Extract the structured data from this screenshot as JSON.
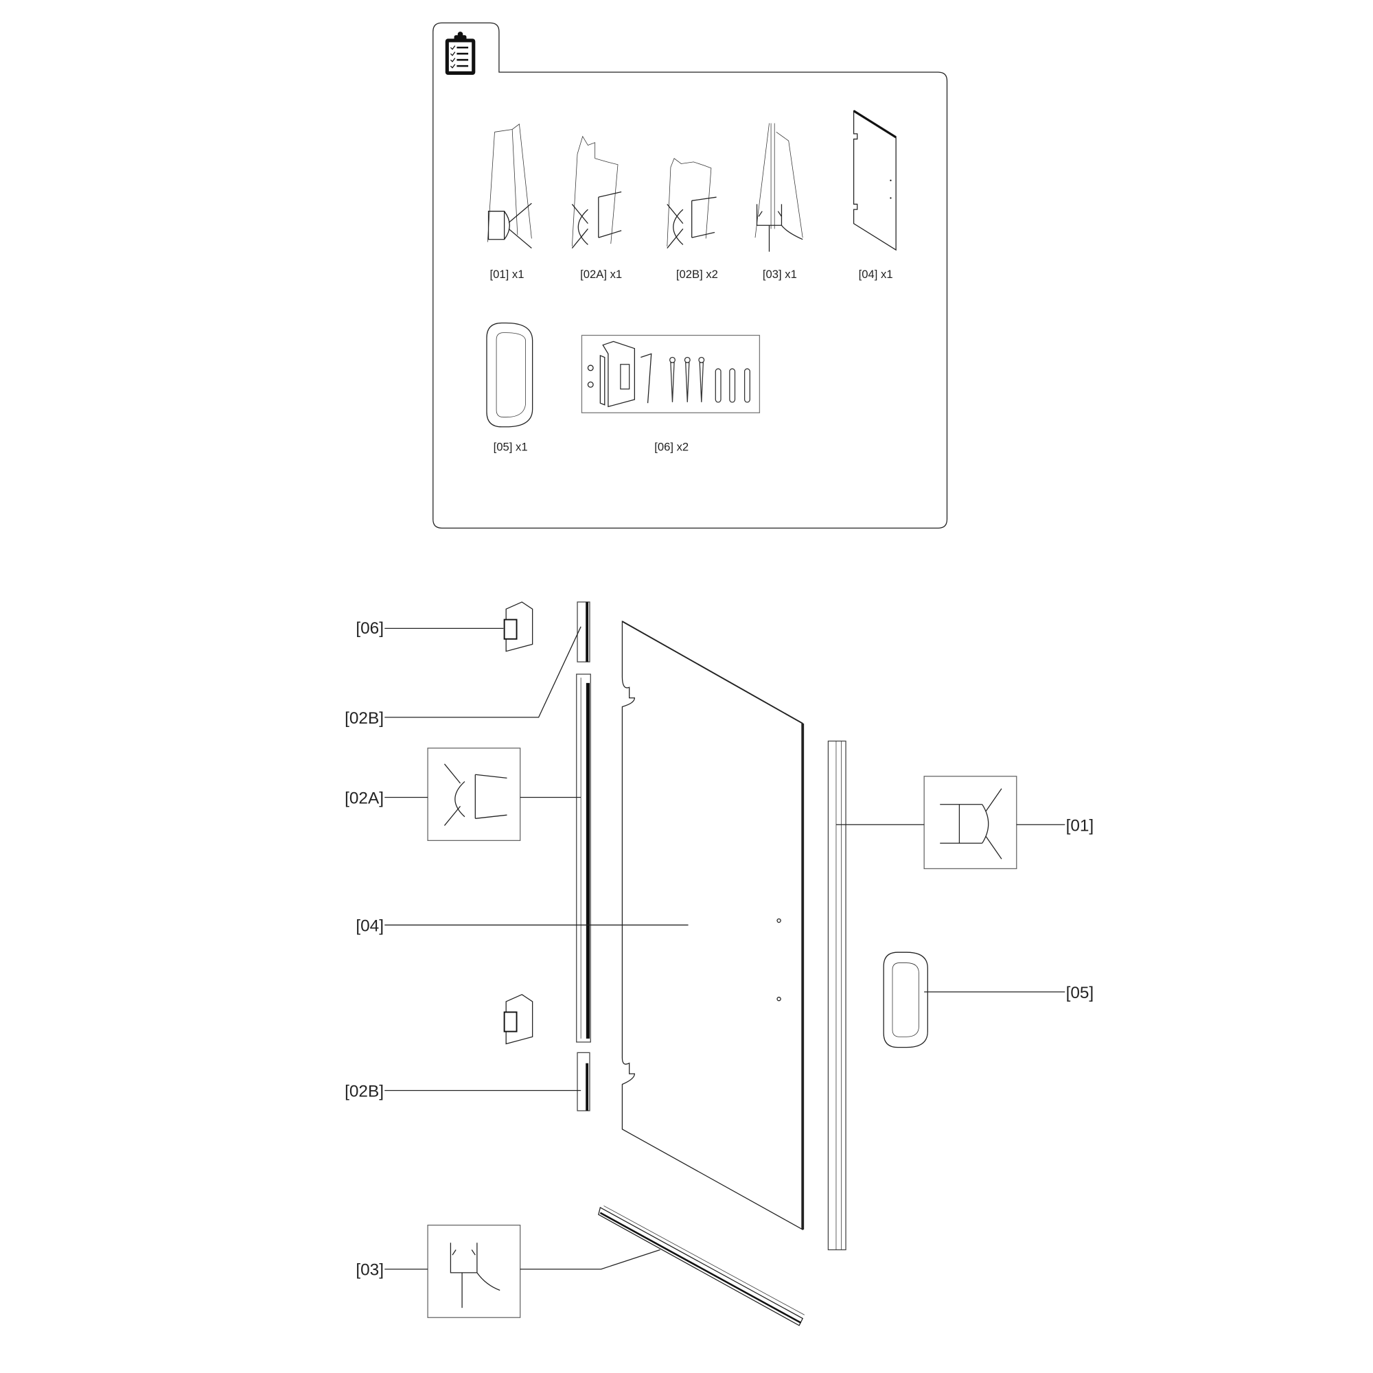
{
  "parts_list": {
    "icon": "clipboard-checklist-icon",
    "items": [
      {
        "id": "01",
        "label": "[01] x1"
      },
      {
        "id": "02A",
        "label": "[02A] x1"
      },
      {
        "id": "02B",
        "label": "[02B] x2"
      },
      {
        "id": "03",
        "label": "[03] x1"
      },
      {
        "id": "04",
        "label": "[04] x1"
      },
      {
        "id": "05",
        "label": "[05] x1"
      },
      {
        "id": "06",
        "label": "[06] x2"
      }
    ]
  },
  "exploded_view": {
    "callouts": {
      "hinge_top": "[06]",
      "seal_02b_top": "[02B]",
      "seal_02a": "[02A]",
      "glass": "[04]",
      "seal_02b_bottom": "[02B]",
      "bottom_seal": "[03]",
      "side_seal": "[01]",
      "handle": "[05]"
    }
  }
}
